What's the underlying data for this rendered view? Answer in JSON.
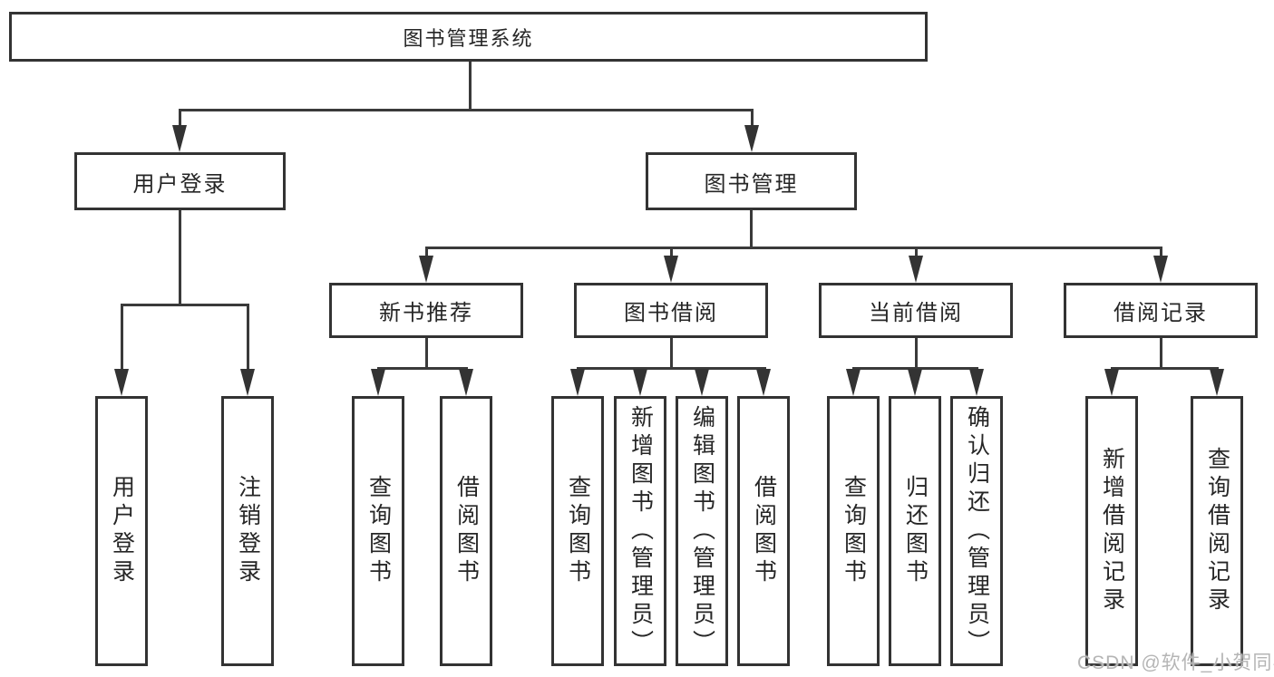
{
  "tree": {
    "root": {
      "label": "图书管理系统"
    },
    "branches": [
      {
        "label": "用户登录",
        "leaves": [
          {
            "label": "用户登录"
          },
          {
            "label": "注销登录"
          }
        ]
      },
      {
        "label": "图书管理",
        "groups": [
          {
            "label": "新书推荐",
            "leaves": [
              {
                "label": "查询图书"
              },
              {
                "label": "借阅图书"
              }
            ]
          },
          {
            "label": "图书借阅",
            "leaves": [
              {
                "label": "查询图书"
              },
              {
                "label": "新增图书（管理员）"
              },
              {
                "label": "编辑图书（管理员）"
              },
              {
                "label": "借阅图书"
              }
            ]
          },
          {
            "label": "当前借阅",
            "leaves": [
              {
                "label": "查询图书"
              },
              {
                "label": "归还图书"
              },
              {
                "label": "确认归还（管理员）"
              }
            ]
          },
          {
            "label": "借阅记录",
            "leaves": [
              {
                "label": "新增借阅记录"
              },
              {
                "label": "查询借阅记录"
              }
            ]
          }
        ]
      }
    ]
  },
  "watermark": {
    "text": "CSDN @软件_小贺同学"
  },
  "colors": {
    "line": "#3a3a3a",
    "box_border": "#333333",
    "text": "#262626",
    "background": "#ffffff",
    "watermark": "#b5b5b5"
  }
}
